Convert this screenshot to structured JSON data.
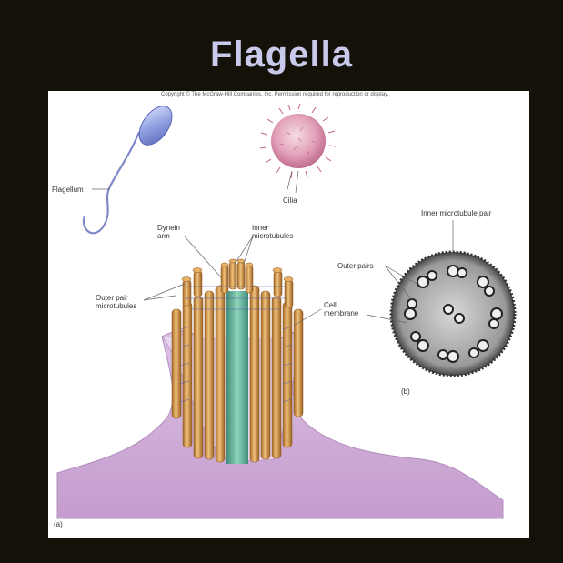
{
  "slide": {
    "title": "Flagella"
  },
  "figure": {
    "copyright": "Copyright © The McGraw-Hill Companies, Inc. Permission required for reproduction or display.",
    "labels": {
      "flagellum": "Flagellum",
      "cilia": "Cilia",
      "dynein_arm": "Dynein arm",
      "inner_microtubules": "Inner microtubules",
      "outer_pair_microtubules": "Outer pair microtubules",
      "cell_membrane": "Cell membrane",
      "inner_microtubule_pair": "Inner microtubule pair",
      "outer_pairs": "Outer pairs",
      "panel_a": "(a)",
      "panel_b": "(b)"
    }
  },
  "colors": {
    "background": "#141208",
    "title": "#c9c9ec",
    "membrane": "#c9a2d2",
    "microtubule": "#c98a3e",
    "core": "#4fa88f",
    "cell_body": "#8ea0e0",
    "cilia": "#d17a9a"
  }
}
